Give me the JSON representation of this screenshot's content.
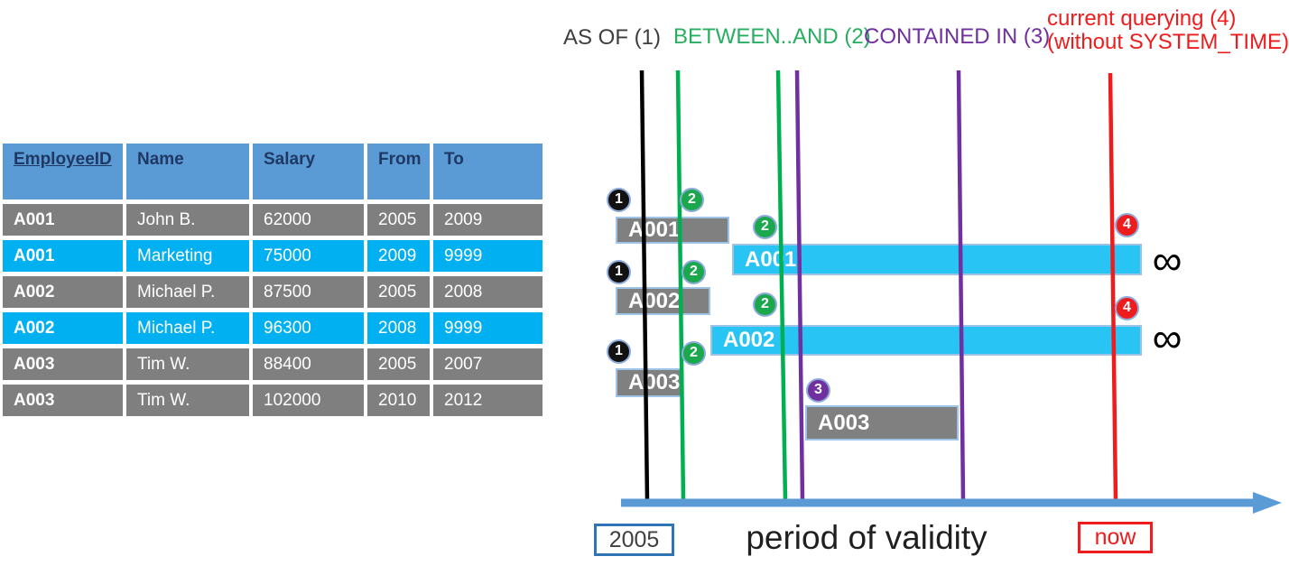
{
  "table": {
    "headers": [
      "EmployeeID",
      "Name",
      "Salary",
      "From",
      "To"
    ],
    "rows": [
      {
        "cells": [
          "A001",
          "John B.",
          "62000",
          "2005",
          "2009"
        ],
        "highlight": false
      },
      {
        "cells": [
          "A001",
          "Marketing",
          "75000",
          "2009",
          "9999"
        ],
        "highlight": true
      },
      {
        "cells": [
          "A002",
          "Michael P.",
          "87500",
          "2005",
          "2008"
        ],
        "highlight": false
      },
      {
        "cells": [
          "A002",
          "Michael P.",
          "96300",
          "2008",
          "9999"
        ],
        "highlight": true
      },
      {
        "cells": [
          "A003",
          "Tim W.",
          "88400",
          "2005",
          "2007"
        ],
        "highlight": false
      },
      {
        "cells": [
          "A003",
          "Tim W.",
          "102000",
          "2010",
          "2012"
        ],
        "highlight": false
      }
    ]
  },
  "diagram": {
    "legend": {
      "as_of": "AS OF (1)",
      "between_and": "BETWEEN..AND (2)",
      "contained_in": "CONTAINED IN (3)",
      "current_querying_line1": "current querying (4)",
      "current_querying_line2": "(without SYSTEM_TIME)"
    },
    "bars": [
      {
        "label": "A001",
        "style": "gray"
      },
      {
        "label": "A001",
        "style": "cyan"
      },
      {
        "label": "A002",
        "style": "gray"
      },
      {
        "label": "A002",
        "style": "cyan"
      },
      {
        "label": "A003",
        "style": "gray"
      },
      {
        "label": "A003",
        "style": "gray"
      }
    ],
    "badges": [
      "1",
      "2",
      "2",
      "4",
      "1",
      "2",
      "2",
      "4",
      "1",
      "2",
      "3"
    ],
    "infinity": "∞",
    "axis": {
      "start_label": "2005",
      "label": "period of validity",
      "end_label": "now"
    }
  },
  "colors": {
    "header_blue": "#5B9BD5",
    "header_text_navy": "#1F3864",
    "row_gray": "#7F7F7F",
    "row_highlight_cyan": "#00B0F0",
    "bar_gray": "#808080",
    "bar_cyan": "#27C4F4",
    "bar_border_light_blue": "#9DC3E6",
    "axis_blue": "#5B9BD5",
    "as_of_black": "#3D3D3D",
    "between_green": "#00B050",
    "contained_purple": "#7030A0",
    "current_red": "#EE1C1C",
    "year_box_border_blue": "#2E75B6"
  }
}
